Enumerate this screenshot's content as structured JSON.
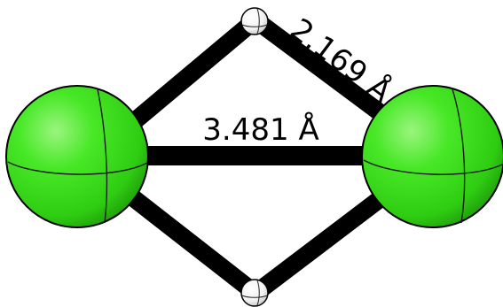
{
  "molecule": {
    "atoms": [
      {
        "element": "Cl",
        "color": "#39d81a"
      },
      {
        "element": "Cl",
        "color": "#39d81a"
      },
      {
        "element": "H",
        "color": "#f4f4f4"
      },
      {
        "element": "H",
        "color": "#f4f4f4"
      }
    ],
    "bond_color": "#000000",
    "labels": {
      "cl_cl_distance": "3.481 Å",
      "h_cl_distance": "2.169 Å"
    }
  }
}
